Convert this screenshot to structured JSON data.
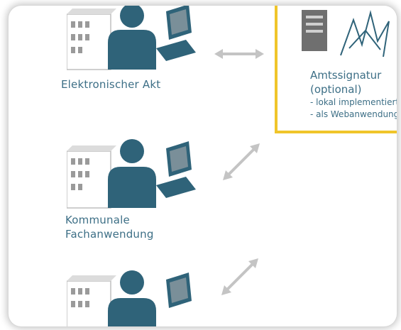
{
  "nodes": [
    {
      "label_lines": [
        "Elektronischer Akt"
      ]
    },
    {
      "label_lines": [
        "Kommunale",
        "Fachanwendung"
      ]
    },
    {
      "label_lines": []
    }
  ],
  "signature_box": {
    "title": "Amtssignatur",
    "subtitle": "(optional)",
    "options": [
      "- lokal implementiert",
      "- als Webanwendung"
    ]
  },
  "colors": {
    "figure": "#2f6379",
    "label": "#3d6f86",
    "arrow": "#c4c4c4",
    "border": "#f0c52a"
  }
}
